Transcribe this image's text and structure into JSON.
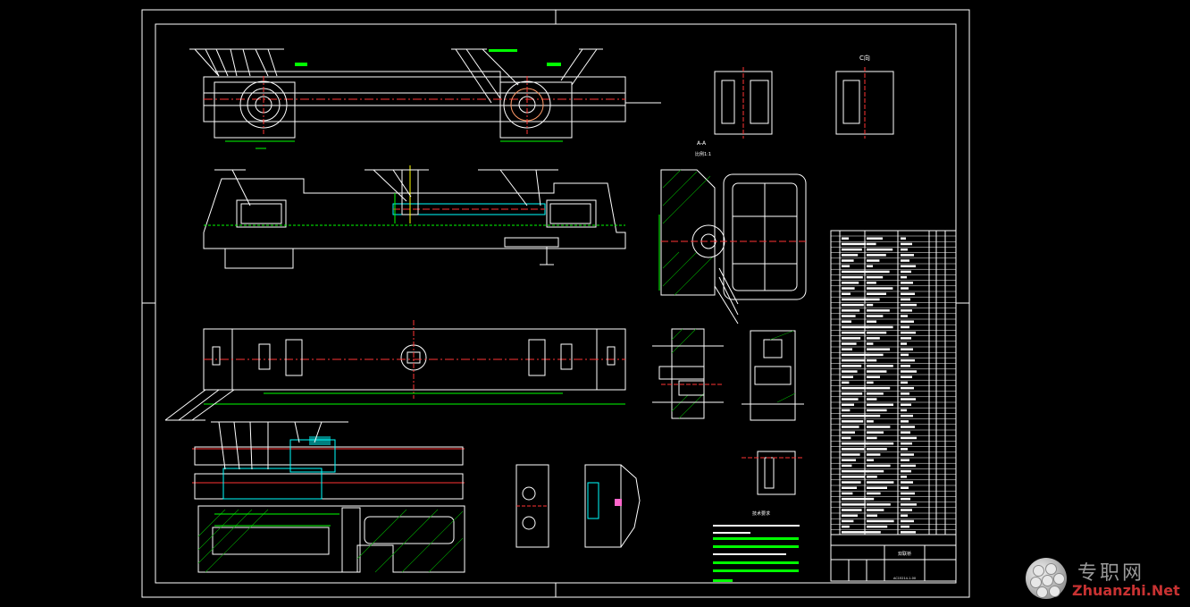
{
  "drawing": {
    "view_labels": {
      "view_c": "C向",
      "section_aa": "A-A",
      "scale_1": "比例1:1"
    },
    "title_block": {
      "title": "双联桥",
      "drawing_no": "AC15214-1-00"
    },
    "technical_requirements_heading": "技术要求",
    "colors": {
      "background": "#000000",
      "frame": "#ffffff",
      "dimension": "#00ff00",
      "centerline": "#ff3333",
      "hidden": "#ffff00",
      "highlight": "#00ffff",
      "hatch": "#00ff00"
    }
  },
  "watermark": {
    "cn": "专职网",
    "en": "Zhuanzhi.Net"
  }
}
